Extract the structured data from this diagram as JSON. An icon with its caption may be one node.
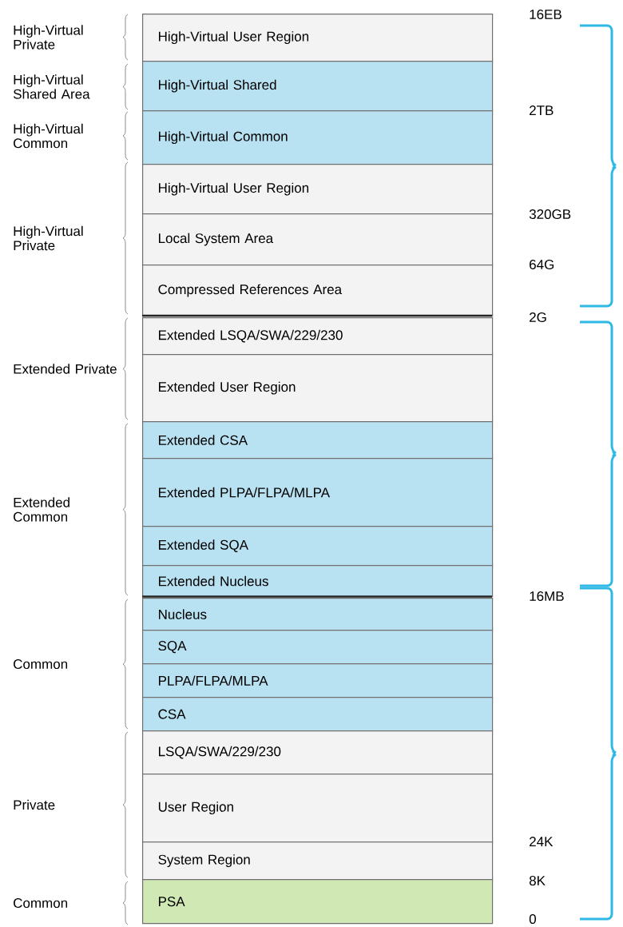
{
  "diagram": {
    "nodes": [
      {
        "text": [
          "High-Virtual User Region"
        ]
      },
      {
        "text": [
          "High-Virtual Shared"
        ]
      },
      {
        "text": [
          "High-Virtual Common"
        ]
      },
      {
        "text": [
          "High-Virtual User Region"
        ]
      },
      {
        "text": [
          "Local System Area"
        ]
      },
      {
        "text": [
          "Compressed References Area"
        ]
      },
      {
        "text": [
          "Extended LSQA/SWA/229/230"
        ]
      },
      {
        "text": [
          "Extended User Region"
        ]
      },
      {
        "text": [
          "Extended CSA"
        ]
      },
      {
        "text": [
          "Extended PLPA/FLPA/MLPA"
        ]
      },
      {
        "text": [
          "Extended SQA"
        ]
      },
      {
        "text": [
          "Extended Nucleus"
        ]
      },
      {
        "text": [
          "Nucleus"
        ]
      },
      {
        "text": [
          "SQA"
        ]
      },
      {
        "text": [
          "PLPA/FLPA/MLPA"
        ]
      },
      {
        "text": [
          "CSA"
        ]
      },
      {
        "text": [
          "LSQA/SWA/229/230"
        ]
      },
      {
        "text": [
          "User Region"
        ]
      },
      {
        "text": [
          "System Region"
        ]
      },
      {
        "text": [
          "PSA"
        ]
      }
    ],
    "labels": [
      "High-Virtual Private",
      "High-Virtual Shared Area",
      "High-Virtual Common",
      "High-Virtual Private",
      "Extended Private",
      "Extended Common",
      "Common",
      "Private",
      "Common",
      "16EB",
      "2TB",
      "320GB",
      "64G",
      "2G",
      "16MB",
      "24K",
      "8K",
      "0"
    ]
  }
}
